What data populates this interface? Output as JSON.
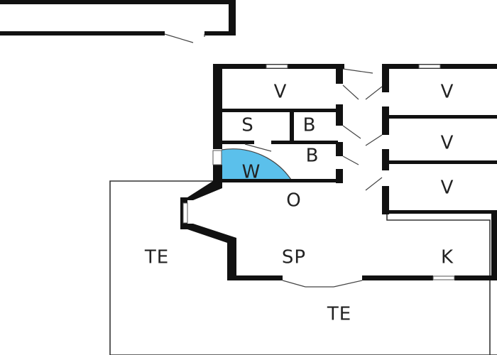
{
  "floorplan": {
    "rooms": [
      {
        "id": "bedroom-top-left",
        "label": "V"
      },
      {
        "id": "storage",
        "label": "S"
      },
      {
        "id": "bath-upper",
        "label": "B"
      },
      {
        "id": "bath-lower",
        "label": "B"
      },
      {
        "id": "toilet",
        "label": "W"
      },
      {
        "id": "living",
        "label": "O"
      },
      {
        "id": "dining",
        "label": "SP"
      },
      {
        "id": "kitchen",
        "label": "K"
      },
      {
        "id": "bedroom-right-1",
        "label": "V"
      },
      {
        "id": "bedroom-right-2",
        "label": "V"
      },
      {
        "id": "bedroom-right-3",
        "label": "V"
      },
      {
        "id": "terrace-left",
        "label": "TE"
      },
      {
        "id": "terrace-bottom",
        "label": "TE"
      }
    ],
    "colors": {
      "wall": "#111111",
      "toilet_fill": "#5bc0eb",
      "background": "#ffffff"
    }
  }
}
